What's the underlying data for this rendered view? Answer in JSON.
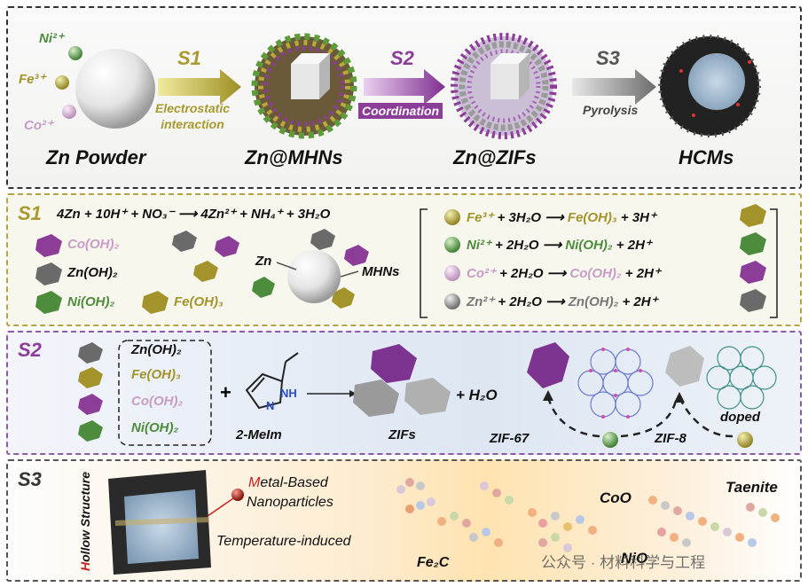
{
  "panel1": {
    "ions": {
      "ni": "Ni²⁺",
      "fe": "Fe³⁺",
      "co": "Co²⁺"
    },
    "steps": [
      {
        "stage": "S1",
        "desc_line1": "Electrostatic",
        "desc_line2": "interaction"
      },
      {
        "stage": "S2",
        "desc_line1": "Coordination"
      },
      {
        "stage": "S3",
        "desc_line1": "Pyrolysis"
      }
    ],
    "products": [
      "Zn Powder",
      "Zn@MHNs",
      "Zn@ZIFs",
      "HCMs"
    ]
  },
  "panel2": {
    "stage": "S1",
    "main_equation": "4Zn + 10H⁺ + NO₃⁻ ⟶ 4Zn²⁺ + NH₄⁺ + 3H₂O",
    "legend": [
      "Co(OH)₂",
      "Zn(OH)₂",
      "Ni(OH)₂",
      "Fe(OH)₃"
    ],
    "zn_label": "Zn",
    "mhns_label": "MHNs",
    "reactions": [
      {
        "ion": "Fe³⁺",
        "lhs": " + 3H₂O ⟶ ",
        "prod": "Fe(OH)₃",
        "rhs": " + 3H⁺"
      },
      {
        "ion": "Ni²⁺",
        "lhs": " + 2H₂O ⟶ ",
        "prod": "Ni(OH)₂",
        "rhs": " + 2H⁺"
      },
      {
        "ion": "Co²⁺",
        "lhs": " + 2H₂O ⟶ ",
        "prod": "Co(OH)₂",
        "rhs": " + 2H⁺"
      },
      {
        "ion": "Zn²⁺",
        "lhs": " + 2H₂O ⟶ ",
        "prod": "Zn(OH)₂",
        "rhs": " + 2H⁺"
      }
    ]
  },
  "panel3": {
    "stage": "S2",
    "hydroxides": [
      "Zn(OH)₂",
      "Fe(OH)₃",
      "Co(OH)₂",
      "Ni(OH)₂"
    ],
    "plus": "+",
    "plus2": "+ H₂O",
    "ligand_label": "2-MeIm",
    "nh_label": "NH",
    "n_label": "N",
    "zifs_label": "ZIFs",
    "zif67": "ZIF-67",
    "zif8": "ZIF-8",
    "doped": "doped"
  },
  "panel4": {
    "stage": "S3",
    "hollow_first": "H",
    "hollow_rest": "ollow Structure",
    "metal_first": "M",
    "metal_rest": "etal-Based",
    "nanoparticles": "Nanoparticles",
    "temperature": "Temperature-induced",
    "fe2c": "Fe₂C",
    "coo": "CoO",
    "taenite": "Taenite",
    "nio": "NiO",
    "watermark": "公众号 · 材料科学与工程"
  },
  "colors": {
    "s1": "#a89a2e",
    "s2": "#8b3d98",
    "s3": "#333333",
    "ni": "#5a9a4a",
    "fe": "#b9a93a",
    "co": "#d6b3d4",
    "zn": "#8a8a8a",
    "metal_red": "#cc1f1f"
  }
}
